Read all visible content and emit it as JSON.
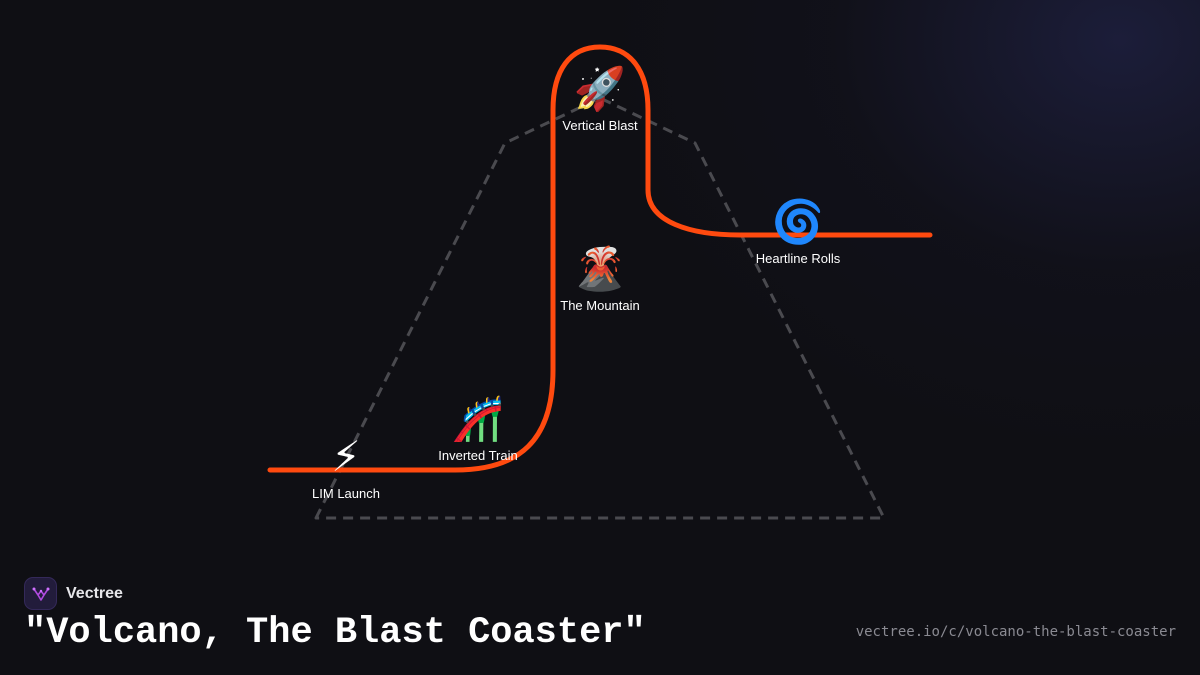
{
  "brand": {
    "name": "Vectree",
    "logo_icon": "vectree-logo-icon"
  },
  "title": "\"Volcano, The Blast Coaster\"",
  "url": "vectree.io/c/volcano-the-blast-coaster",
  "colors": {
    "background": "#0f0f14",
    "track": "#ff4a0f",
    "mountain_outline": "#4a4a4f",
    "logo_accent": "#b04ae0"
  },
  "nodes": [
    {
      "id": "lim",
      "icon": "⚡",
      "icon_name": "lightning-icon",
      "label": "LIM Launch"
    },
    {
      "id": "train",
      "icon": "🎢",
      "icon_name": "roller-coaster-icon",
      "label": "Inverted Train"
    },
    {
      "id": "blast",
      "icon": "🚀",
      "icon_name": "rocket-icon",
      "label": "Vertical Blast"
    },
    {
      "id": "mountain",
      "icon": "🌋",
      "icon_name": "volcano-icon",
      "label": "The Mountain"
    },
    {
      "id": "heartline",
      "icon": "🌀",
      "icon_name": "cyclone-icon",
      "label": "Heartline Rolls"
    }
  ]
}
